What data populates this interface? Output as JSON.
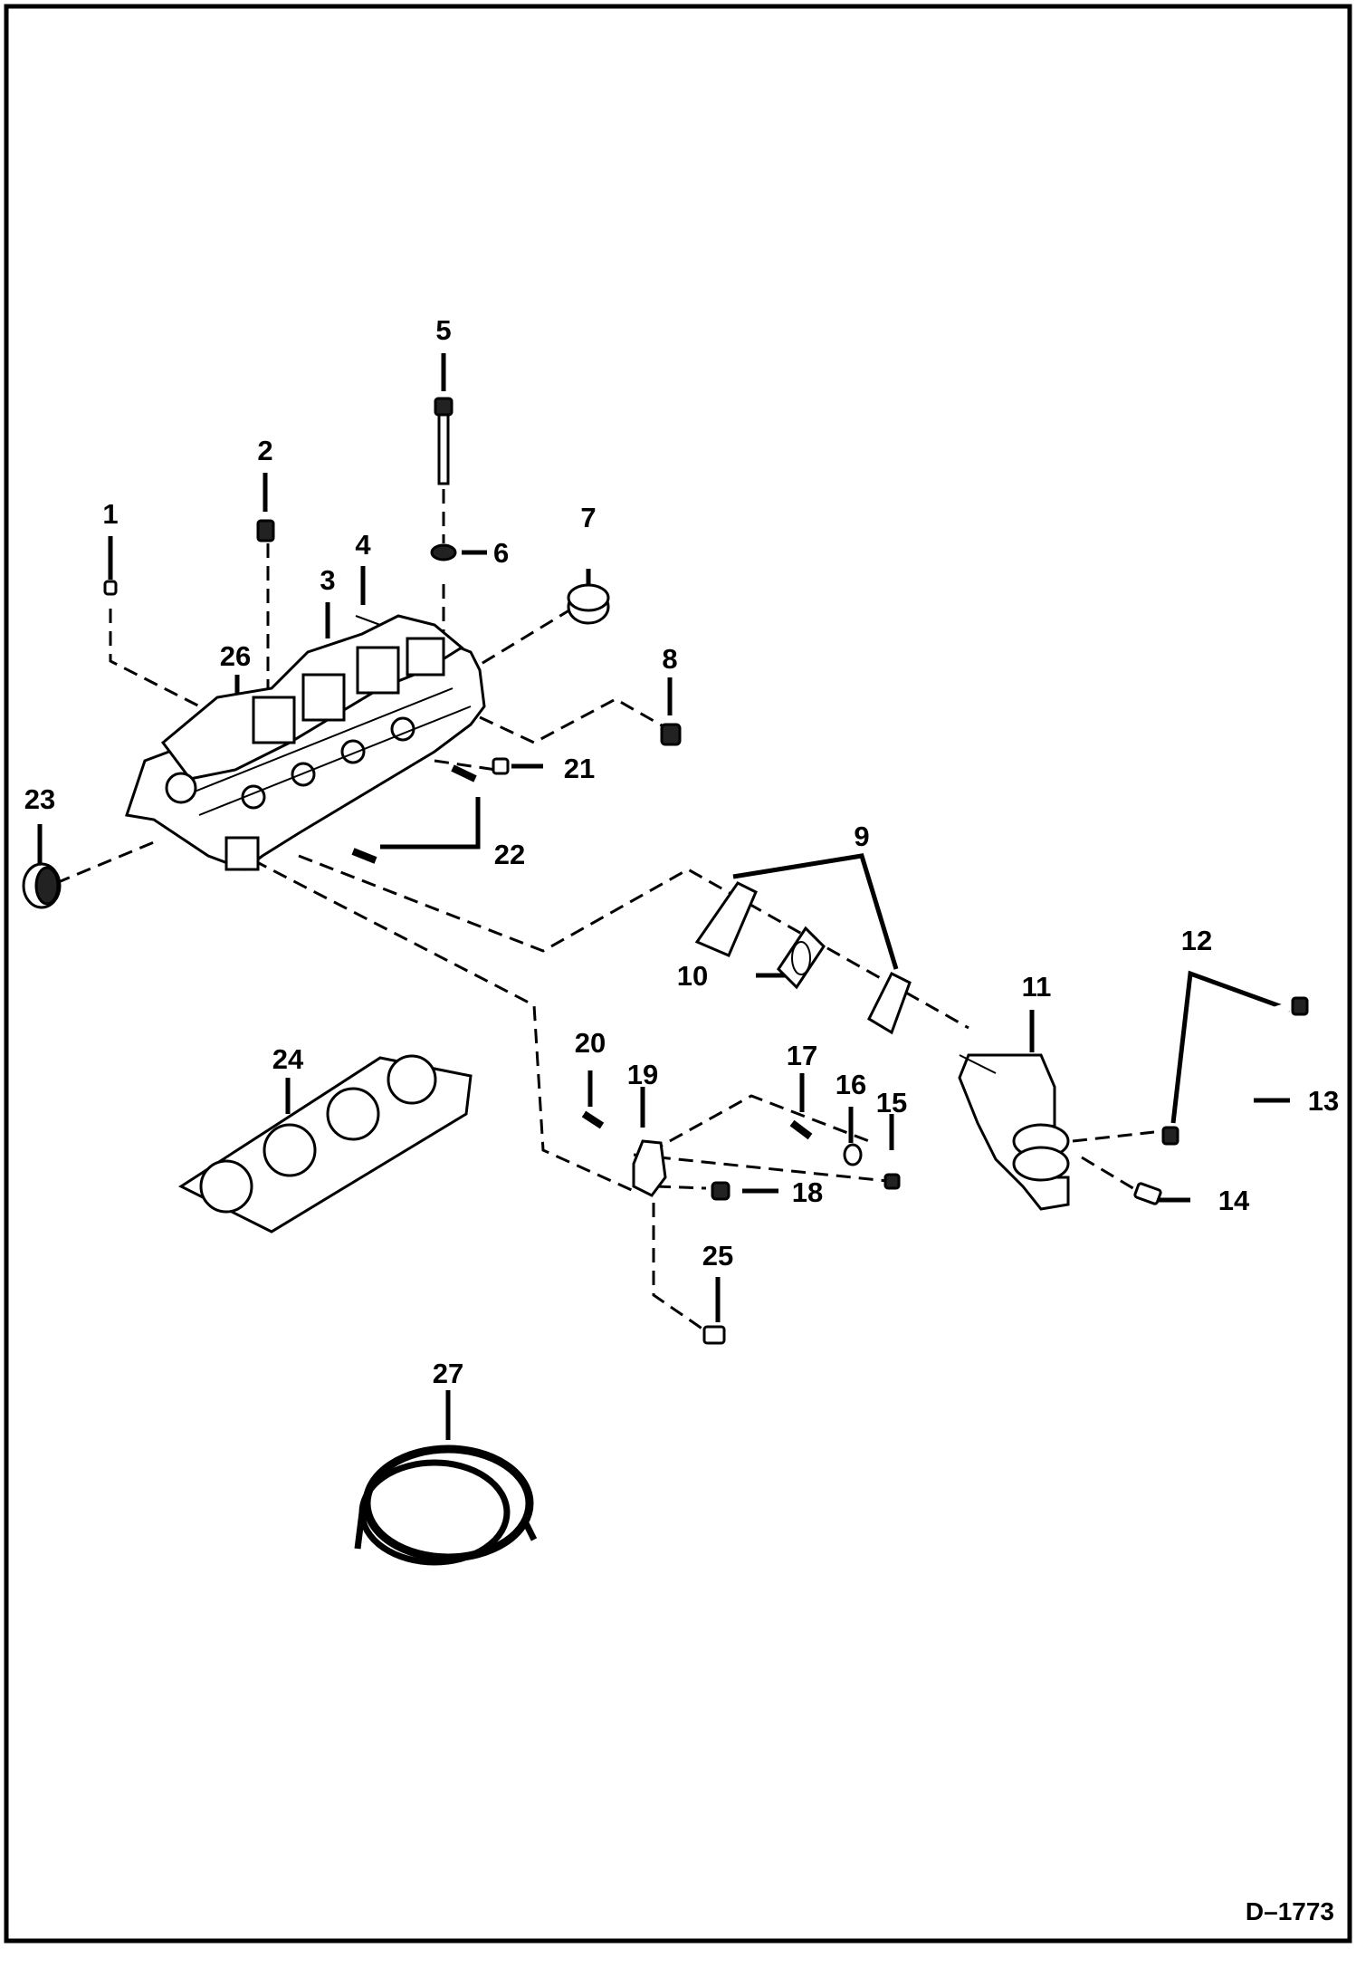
{
  "figure_id": "D–1773",
  "callouts": [
    {
      "number": "1"
    },
    {
      "number": "2"
    },
    {
      "number": "3"
    },
    {
      "number": "4"
    },
    {
      "number": "5"
    },
    {
      "number": "6"
    },
    {
      "number": "7"
    },
    {
      "number": "8"
    },
    {
      "number": "9"
    },
    {
      "number": "10"
    },
    {
      "number": "11"
    },
    {
      "number": "12"
    },
    {
      "number": "13"
    },
    {
      "number": "14"
    },
    {
      "number": "15"
    },
    {
      "number": "16"
    },
    {
      "number": "17"
    },
    {
      "number": "18"
    },
    {
      "number": "19"
    },
    {
      "number": "20"
    },
    {
      "number": "21"
    },
    {
      "number": "22"
    },
    {
      "number": "23"
    },
    {
      "number": "24"
    },
    {
      "number": "25"
    },
    {
      "number": "26"
    },
    {
      "number": "27"
    }
  ]
}
